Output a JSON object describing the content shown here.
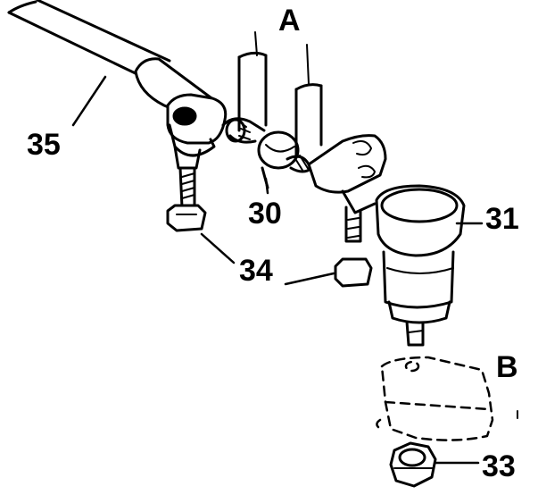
{
  "figure": {
    "callouts": {
      "A": "A",
      "B": "B",
      "n30": "30",
      "n31": "31",
      "n33": "33",
      "n34": "34",
      "n35": "35"
    },
    "colors": {
      "ink": "#000000",
      "paper": "#ffffff"
    },
    "icons": [
      "tie-rod-icon",
      "tie-rod-end-icon",
      "adjusting-sleeve-icon",
      "ball-joint-icon",
      "castle-nut-icon",
      "clamp-bolt-icon",
      "steering-knuckle-outline-icon"
    ]
  }
}
